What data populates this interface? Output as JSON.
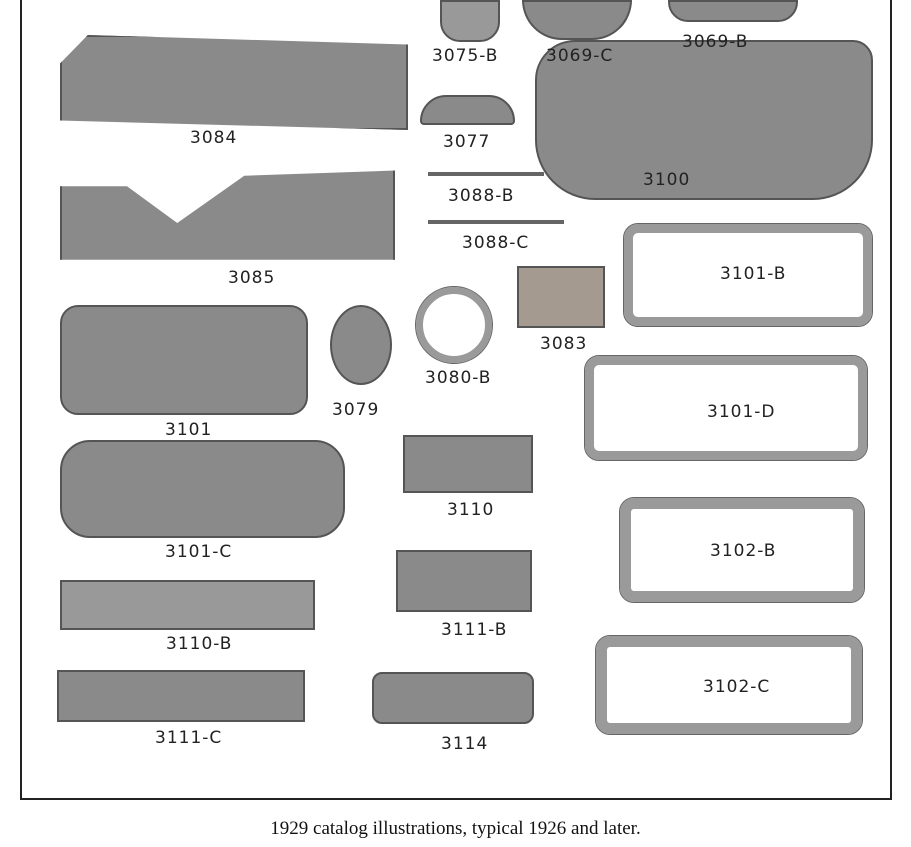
{
  "parts": [
    {
      "id": "3075-B"
    },
    {
      "id": "3069-C"
    },
    {
      "id": "3069-B"
    },
    {
      "id": "3084"
    },
    {
      "id": "3077"
    },
    {
      "id": "3100"
    },
    {
      "id": "3088-B"
    },
    {
      "id": "3088-C"
    },
    {
      "id": "3085"
    },
    {
      "id": "3101-B"
    },
    {
      "id": "3083"
    },
    {
      "id": "3080-B"
    },
    {
      "id": "3079"
    },
    {
      "id": "3101"
    },
    {
      "id": "3101-D"
    },
    {
      "id": "3110"
    },
    {
      "id": "3101-C"
    },
    {
      "id": "3102-B"
    },
    {
      "id": "3111-B"
    },
    {
      "id": "3110-B"
    },
    {
      "id": "3102-C"
    },
    {
      "id": "3111-C"
    },
    {
      "id": "3114"
    }
  ],
  "caption": "1929 catalog illustrations, typical 1926 and later."
}
